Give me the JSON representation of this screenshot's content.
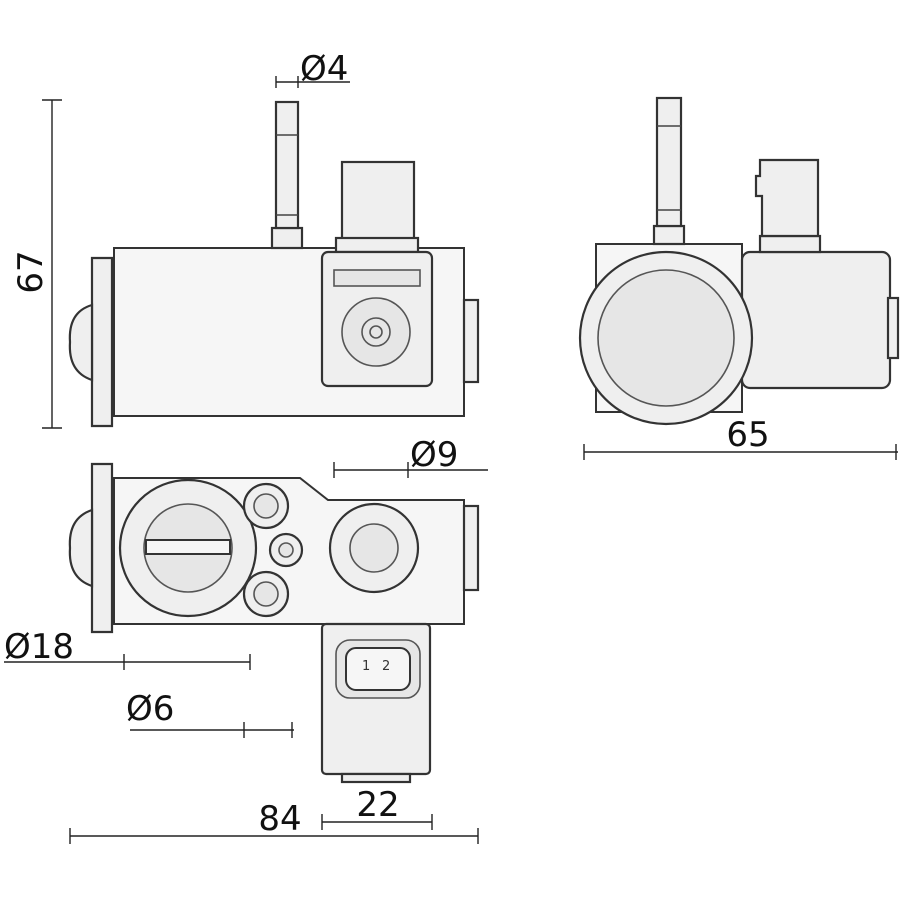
{
  "dimensions": {
    "height": "67",
    "shaft_diameter": "Ø4",
    "width_side": "65",
    "port_diameter_small": "Ø9",
    "port_diameter_large": "Ø18",
    "port_diameter_tiny": "Ø6",
    "length_total": "84",
    "connector_width": "22"
  },
  "connector_pins": [
    "1",
    "2"
  ],
  "colors": {
    "stroke": "#333333",
    "fill": "#efefef",
    "background": "#ffffff"
  }
}
